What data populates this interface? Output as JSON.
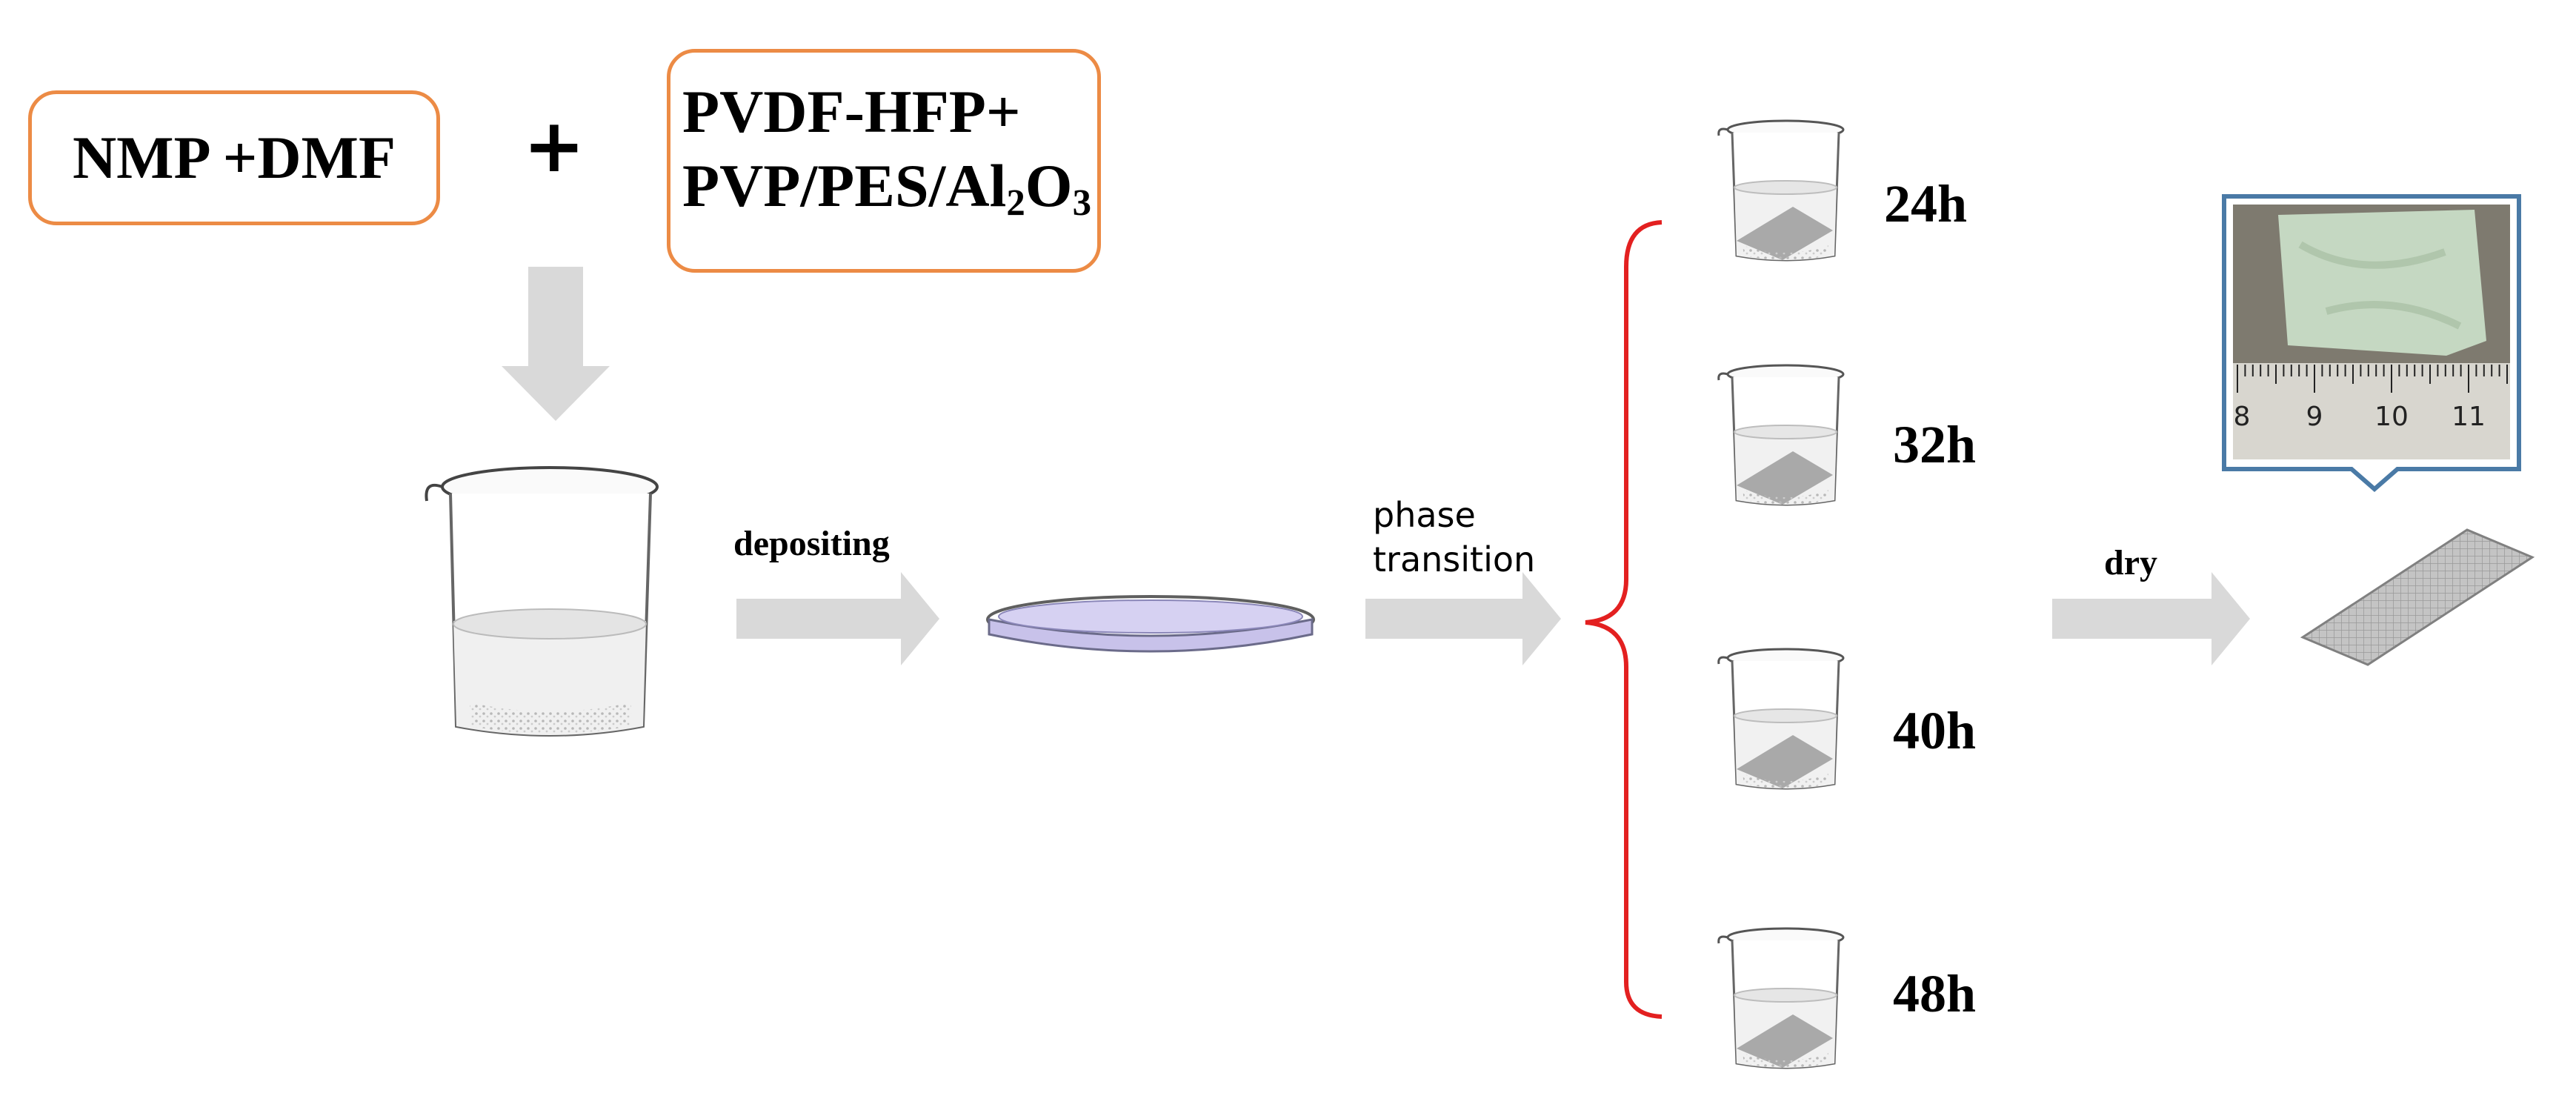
{
  "inputs": {
    "solvent_label": "NMP +DMF",
    "plus_sign": "+",
    "polymer_line1": "PVDF-HFP+",
    "polymer_line2_prefix": "PVP/PES/Al",
    "polymer_line2_sub1": "2",
    "polymer_line2_mid": "O",
    "polymer_line2_sub2": "3"
  },
  "steps": {
    "depositing": "depositing",
    "phase_line1": "phase",
    "phase_line2": "transition",
    "dry": "dry"
  },
  "durations": [
    "24h",
    "32h",
    "40h",
    "48h"
  ],
  "photo_ruler": {
    "ticks": [
      "8",
      "9",
      "10",
      "11"
    ]
  },
  "colors": {
    "box_border": "#ec8b45",
    "arrow": "#d9d9d9",
    "brace": "#e32020",
    "dish_fill": "#c8c2ea",
    "callout_border": "#4a7aa6"
  }
}
